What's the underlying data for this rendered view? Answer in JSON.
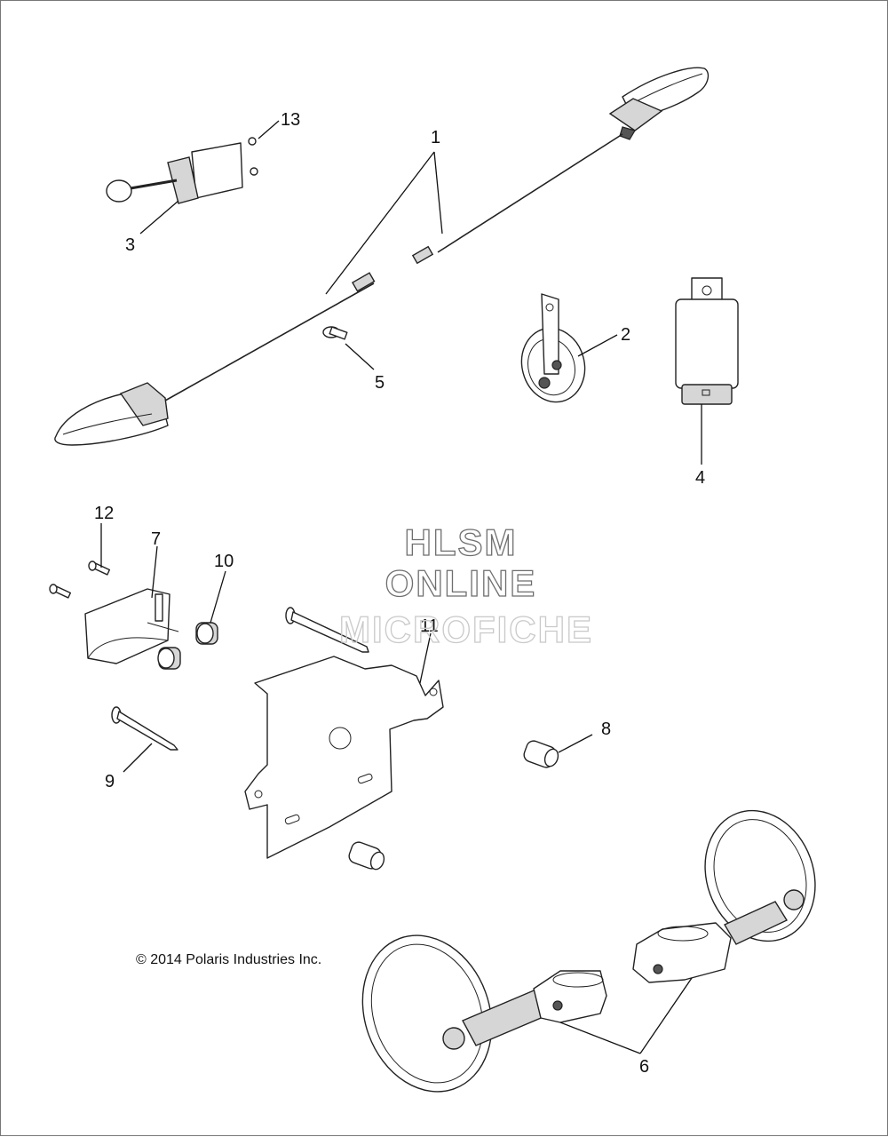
{
  "watermark": {
    "line1": "HLSM",
    "line2": "ONLINE",
    "line3": "MICROFICHE"
  },
  "copyright": "© 2014 Polaris Industries Inc.",
  "callouts": {
    "c1": "1",
    "c2": "2",
    "c3": "3",
    "c4": "4",
    "c5": "5",
    "c6": "6",
    "c7": "7",
    "c8": "8",
    "c9": "9",
    "c10": "10",
    "c11": "11",
    "c12": "12",
    "c13": "13"
  }
}
